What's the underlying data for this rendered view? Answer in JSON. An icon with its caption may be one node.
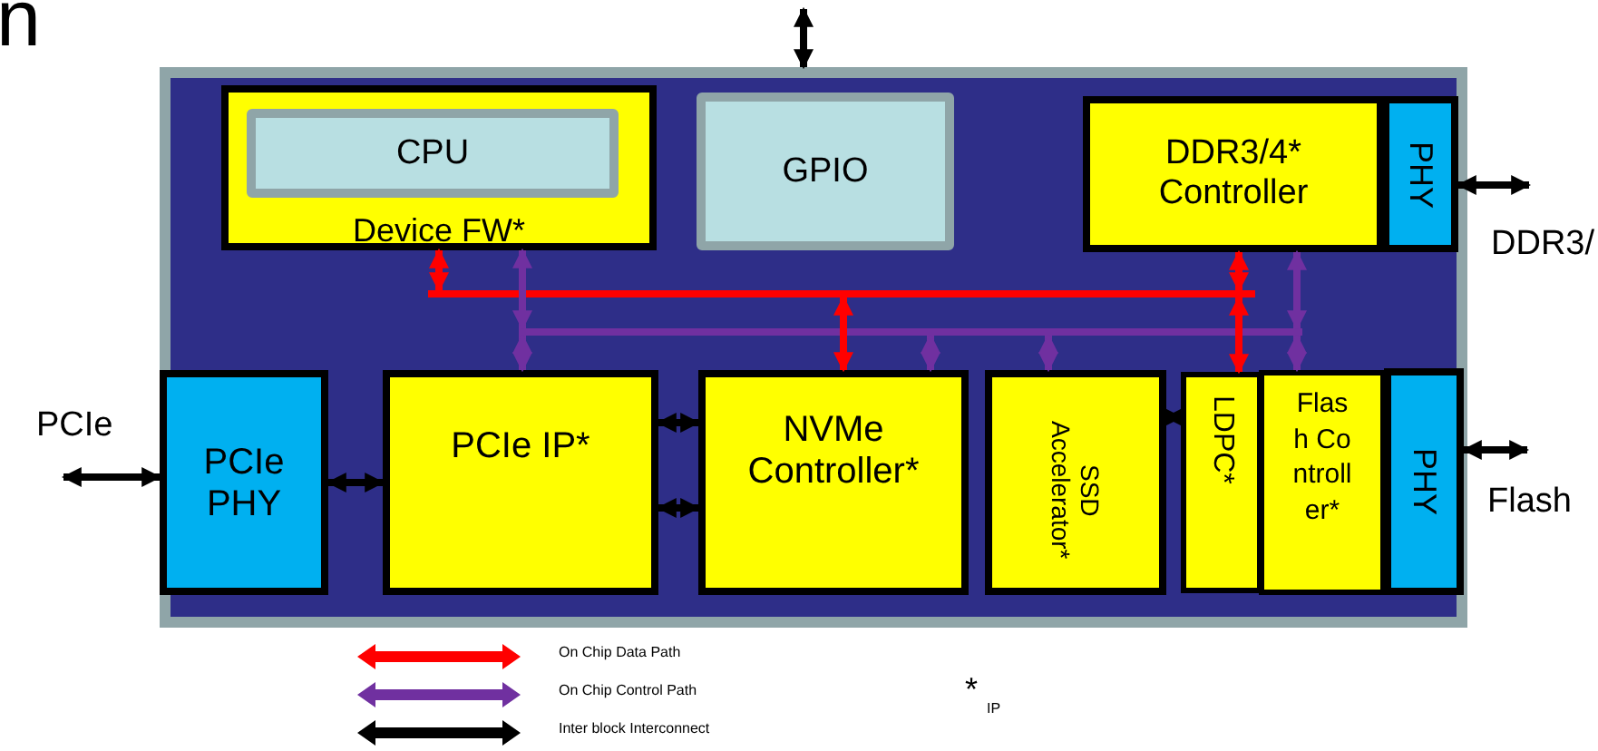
{
  "diagram": {
    "nodes": [
      {
        "text": [],
        "shape": "box"
      },
      {
        "text": [
          "Device FW*"
        ],
        "in": 0
      },
      {
        "text": [
          "CPU"
        ],
        "in": 1
      },
      {
        "text": [
          "GPIO"
        ],
        "in": 0
      },
      {
        "text": [
          "DDR3/4* Controller"
        ],
        "in": 0
      },
      {
        "text": [
          "PHY"
        ],
        "in": 0,
        "beside": [
          "DDR3/"
        ]
      },
      {
        "text": [
          "PCIe PHY"
        ],
        "in": 0,
        "beside": [
          "PCIe"
        ]
      },
      {
        "text": [
          "PCIe IP*"
        ],
        "in": 0
      },
      {
        "text": [
          "NVMe Controller*"
        ],
        "in": 0
      },
      {
        "text": [
          "SSD Accelerator*"
        ],
        "in": 0
      },
      {
        "text": [
          "LDPC*"
        ],
        "in": 0
      },
      {
        "text": [
          "Flash Controller*"
        ],
        "in": 0
      },
      {
        "text": [
          "PHY"
        ],
        "in": 0,
        "beside": [
          "Flash"
        ]
      },
      {
        "text": [],
        "shape": "bar",
        "in": 0
      },
      {
        "text": [],
        "shape": "bar",
        "in": 0
      }
    ],
    "edges": [
      {
        "from": 13,
        "to": 1,
        "arrow": "both",
        "color": "#ff0000"
      },
      {
        "from": 13,
        "to": 8,
        "arrow": "both",
        "color": "#ff0000"
      },
      {
        "from": 13,
        "to": 4,
        "arrow": "both",
        "color": "#ff0000"
      },
      {
        "from": 13,
        "to": 10,
        "arrow": "both",
        "color": "#ff0000"
      },
      {
        "from": 14,
        "to": 1,
        "arrow": "both",
        "color": "#7030a0"
      },
      {
        "from": 14,
        "to": 7,
        "arrow": "both",
        "color": "#7030a0"
      },
      {
        "from": 14,
        "to": 8,
        "arrow": "both",
        "color": "#7030a0"
      },
      {
        "from": 14,
        "to": 9,
        "arrow": "both",
        "color": "#7030a0"
      },
      {
        "from": 14,
        "to": 11,
        "arrow": "both",
        "color": "#7030a0"
      },
      {
        "from": 14,
        "to": 4,
        "arrow": "both",
        "color": "#7030a0"
      },
      {
        "from": 6,
        "to": 7,
        "arrow": "both"
      },
      {
        "from": 7,
        "to": 8,
        "arrow": "both"
      },
      {
        "from": 7,
        "to": 8,
        "arrow": "both"
      },
      {
        "from": 9,
        "to": 10,
        "arrow": "both"
      },
      {
        "from": null,
        "to": 0,
        "arrow": "both"
      },
      {
        "from": null,
        "to": 6,
        "arrow": "both"
      },
      {
        "from": 5,
        "to": null,
        "arrow": "both"
      },
      {
        "from": 12,
        "to": null,
        "arrow": "both"
      }
    ],
    "labels": [
      "n",
      "*",
      "IP"
    ],
    "legend": [
      {
        "text": "On Chip Data Path"
      },
      {
        "text": "On Chip Control Path"
      },
      {
        "text": "Inter block Interconnect"
      }
    ]
  }
}
